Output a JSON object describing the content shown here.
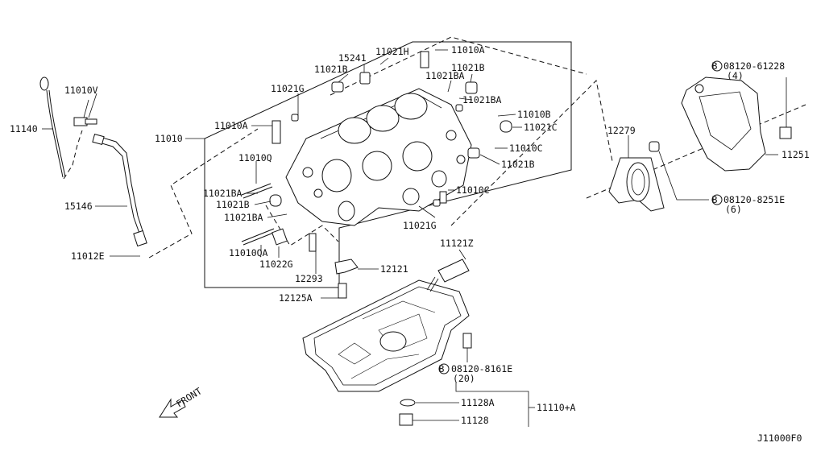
{
  "diagram_id": "J11000F0",
  "front_label": "FRONT",
  "labels": {
    "p11140": "11140",
    "p11010V": "11010V",
    "p15146": "15146",
    "p11012E": "11012E",
    "p11010": "11010",
    "p11010A_left": "11010A",
    "p11021G_top": "11021G",
    "p11010Q": "11010Q",
    "p11021BA_left": "11021BA",
    "p11021B_left": "11021B",
    "p11021BA_low": "11021BA",
    "p11010QA": "11010QA",
    "p11022G": "11022G",
    "p12293": "12293",
    "p15241": "15241",
    "p11021B_top": "11021B",
    "p11021H": "11021H",
    "p11010A_top": "11010A",
    "p11021B_topright": "11021B",
    "p11021BA_topright": "11021BA",
    "p11021BA_right": "11021BA",
    "p11010B": "11010B",
    "p11021C": "11021C",
    "p11010C_right": "11010C",
    "p11021B_right": "11021B",
    "p11010C_low": "11010C",
    "p11021G_low": "11021G",
    "p11121Z": "11121Z",
    "p12121": "12121",
    "p12125A": "12125A",
    "p08120_8161E": "08120-8161E",
    "q20": "(20)",
    "p11128A": "11128A",
    "p11128": "11128",
    "p11110A": "11110+A",
    "p12279": "12279",
    "p08120_61228": "08120-61228",
    "q4": "(4)",
    "p11251": "11251",
    "p08120_8251E": "08120-8251E",
    "q6": "(6)",
    "bolt_mark": "B"
  }
}
